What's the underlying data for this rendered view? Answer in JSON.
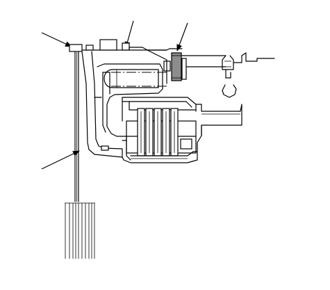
{
  "diagram": {
    "kind": "technical cross-section line drawing",
    "callout_count": 4,
    "colors": {
      "line": "#000000",
      "background": "#ffffff",
      "highlight_part": "#8c8c8c"
    },
    "icons": [
      "leader-arrow"
    ]
  }
}
